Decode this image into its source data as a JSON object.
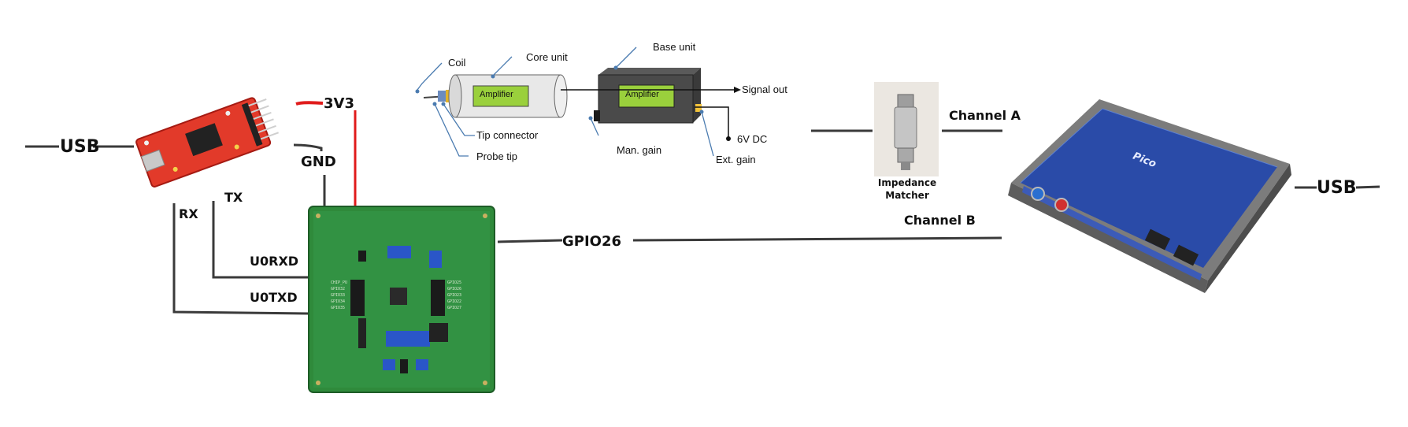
{
  "usb_left": "USB",
  "usb_right": "USB",
  "v3v3": "3V3",
  "gnd": "GND",
  "tx": "TX",
  "rx": "RX",
  "u0rxd": "U0RXD",
  "u0txd": "U0TXD",
  "gpio26": "GPIO26",
  "channel_a": "Channel A",
  "channel_b": "Channel B",
  "impedance": "Impedance Matcher",
  "probe": {
    "coil": "Coil",
    "core_unit": "Core unit",
    "base_unit": "Base unit",
    "amplifier_core": "Amplifier",
    "amplifier_base": "Amplifier",
    "signal_out": "Signal out",
    "tip_connector": "Tip connector",
    "probe_tip": "Probe tip",
    "man_gain": "Man. gain",
    "v6dc": "6V DC",
    "ext_gain": "Ext. gain"
  },
  "scope_brand": "Pico",
  "colors": {
    "wire": "#3a3a3a",
    "red_wire": "#e01b1b",
    "pcb": "#2f8a3b",
    "scope": "#22409a",
    "amp": "#9ad03c"
  }
}
